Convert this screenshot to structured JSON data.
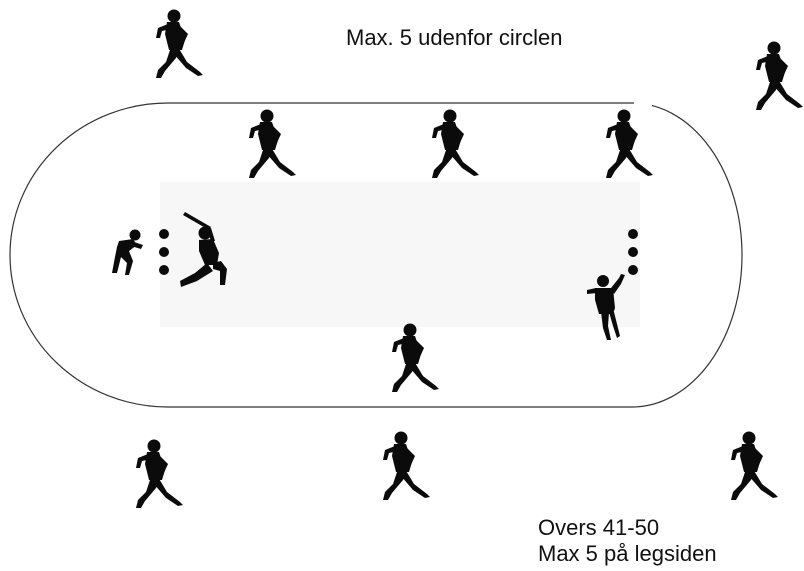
{
  "labels": {
    "top_note": "Max. 5 udenfor circlen",
    "overs_title": "Overs 41-50",
    "overs_note": "Max 5 på legsiden"
  },
  "colors": {
    "figure": "#0b0b0b",
    "circle_line": "#333333",
    "pitch": "#f7f7f7",
    "text": "#111111"
  },
  "players": {
    "fielders_outside_circle": 5,
    "fielders_inside_circle": 4,
    "wicket_keeper": 1,
    "batsman": 1,
    "bowler": 1
  },
  "icons": {
    "fielder": "running-fielder-icon",
    "batsman": "batsman-icon",
    "keeper": "wicket-keeper-icon",
    "bowler": "bowler-icon",
    "stumps": "stumps-icon"
  }
}
